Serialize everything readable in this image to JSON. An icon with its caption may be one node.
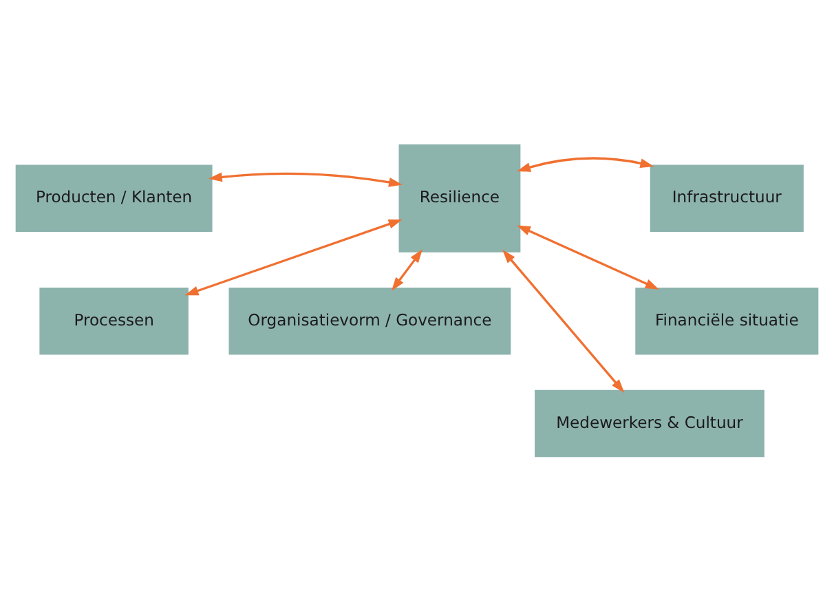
{
  "diagram": {
    "nodes": [
      {
        "text": [
          "Organisatievorm / Governance"
        ]
      },
      {
        "text": [
          "Producten / Klanten"
        ]
      },
      {
        "text": [
          "Infrastructuur"
        ]
      },
      {
        "text": [
          "Resilience"
        ]
      },
      {
        "text": [
          "Processen"
        ]
      },
      {
        "text": [
          "Financiële situatie"
        ]
      },
      {
        "text": [
          "Medewerkers & Cultuur"
        ]
      }
    ],
    "edges": [
      {
        "from": 3,
        "to": 0,
        "arrow": "both"
      },
      {
        "from": 3,
        "to": 1,
        "arrow": "both"
      },
      {
        "from": 3,
        "to": 2,
        "arrow": "both"
      },
      {
        "from": 3,
        "to": 4,
        "arrow": "both"
      },
      {
        "from": 3,
        "to": 5,
        "arrow": "both"
      },
      {
        "from": 3,
        "to": 6,
        "arrow": "both"
      }
    ]
  }
}
